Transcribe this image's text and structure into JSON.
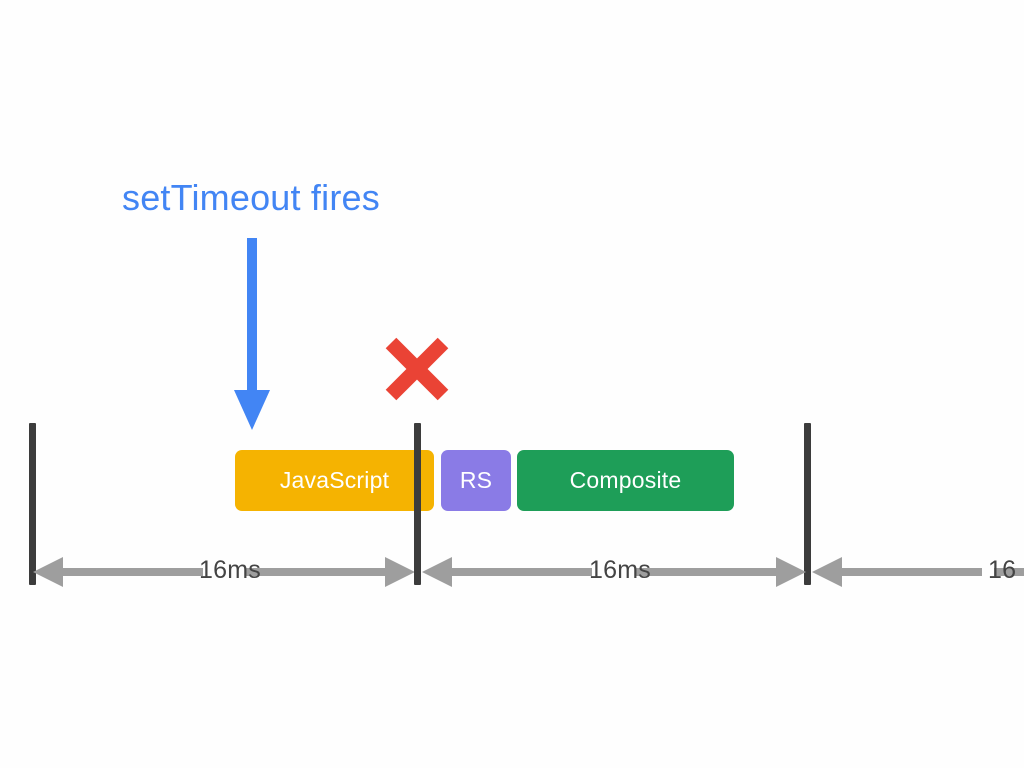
{
  "diagram": {
    "title_annotation": "setTimeout fires",
    "colors": {
      "annotation": "#4285f4",
      "javascript_bar": "#f5b301",
      "rs_bar": "#8a7be6",
      "composite_bar": "#1e9e58",
      "tick": "#3c3c3c",
      "measure_arrow": "#9e9e9e",
      "measure_label": "#444444",
      "x_mark": "#ea4335",
      "background": "#fefefe"
    },
    "callout": {
      "label": "setTimeout fires",
      "arrow_direction": "down"
    },
    "x_mark": {
      "name": "missed-frame-x",
      "glyph": "✕"
    },
    "frame_ticks": [
      {
        "name": "frame-boundary-1"
      },
      {
        "name": "frame-boundary-2"
      },
      {
        "name": "frame-boundary-3"
      }
    ],
    "bars": [
      {
        "id": "javascript",
        "label": "JavaScript"
      },
      {
        "id": "rs",
        "label": "RS"
      },
      {
        "id": "composite",
        "label": "Composite"
      }
    ],
    "measurements": [
      {
        "id": "frame-1",
        "label": "16ms"
      },
      {
        "id": "frame-2",
        "label": "16ms"
      },
      {
        "id": "frame-3",
        "label": "16"
      }
    ]
  }
}
